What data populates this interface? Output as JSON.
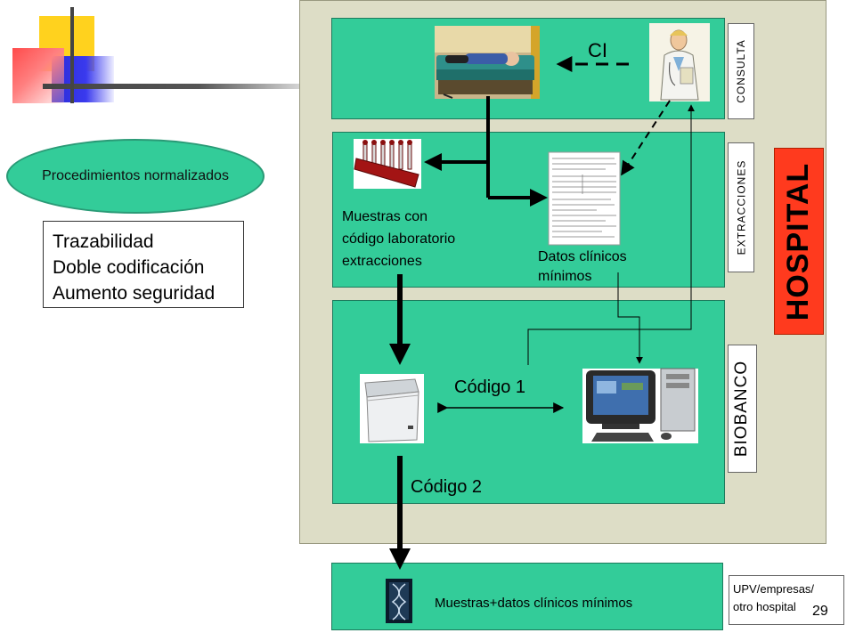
{
  "left": {
    "ellipse_text": "Procedimientos normalizados",
    "list": [
      "Trazabilidad",
      "Doble codificación",
      "Aumento seguridad"
    ]
  },
  "sections": {
    "consulta": "CONSULTA",
    "extracciones": "EXTRACCIONES",
    "biobanco": "BIOBANCO",
    "hospital": "HOSPITAL",
    "upv": [
      "UPV/empresas/",
      "otro hospital"
    ]
  },
  "labels": {
    "ci": "CI",
    "muestras": [
      "Muestras con",
      "código laboratorio",
      "extracciones"
    ],
    "datos": [
      "Datos clínicos",
      "mínimos"
    ],
    "codigo1": "Código 1",
    "codigo2": "Código 2",
    "final": "Muestras+datos clínicos mínimos"
  },
  "icons": {
    "patient": "patient-on-bed-icon",
    "doctor": "doctor-icon",
    "tubes": "test-tube-rack-icon",
    "form": "clinical-form-icon",
    "freezer": "freezer-icon",
    "computer": "computer-icon",
    "dna": "dna-sample-icon"
  },
  "colors": {
    "panel": "#33cc99",
    "hospital_bg": "#ddddc6",
    "hospital_label": "#ff3a1e"
  },
  "page_number": "29"
}
